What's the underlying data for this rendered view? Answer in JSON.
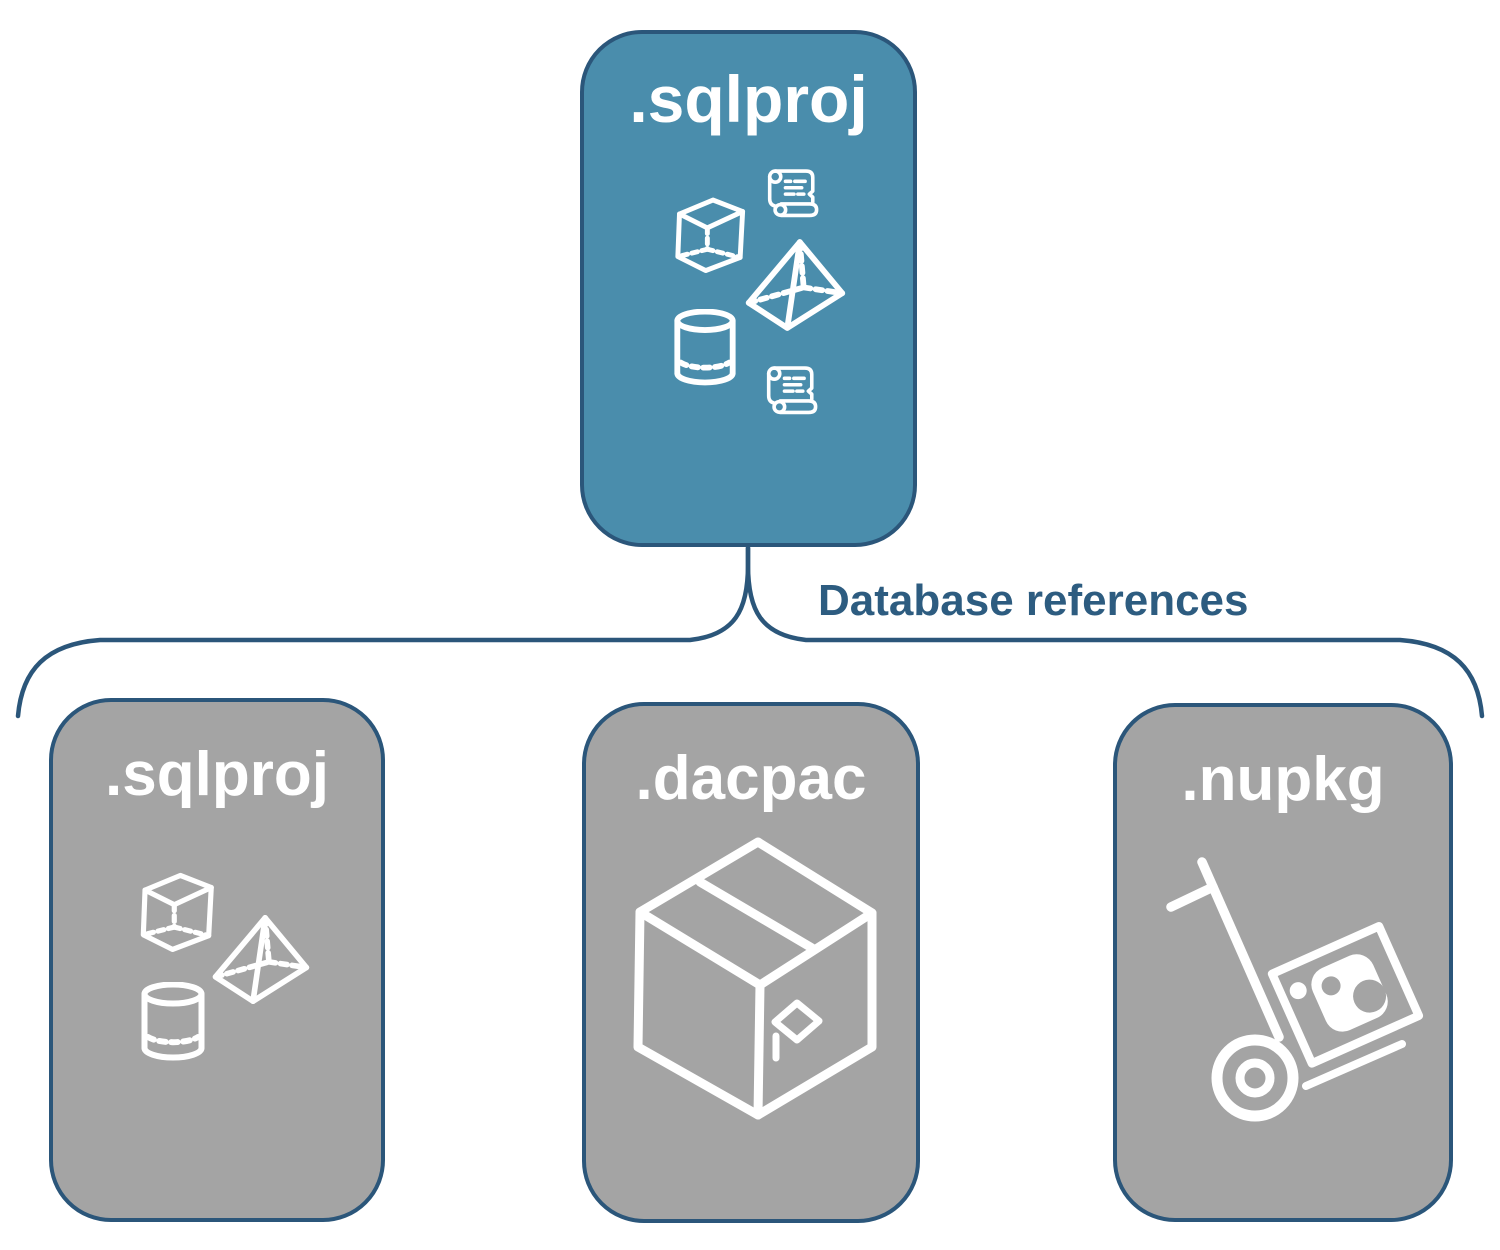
{
  "root": {
    "label": ".sqlproj",
    "icons": [
      "scroll-icon",
      "cube-icon",
      "pyramid-icon",
      "cylinder-icon",
      "scroll-icon"
    ]
  },
  "connector": {
    "label": "Database references"
  },
  "children": [
    {
      "label": ".sqlproj",
      "icons": [
        "cube-icon",
        "pyramid-icon",
        "cylinder-icon"
      ]
    },
    {
      "label": ".dacpac",
      "icons": [
        "package-box-icon"
      ]
    },
    {
      "label": ".nupkg",
      "icons": [
        "handtruck-icon",
        "nuget-logo"
      ]
    }
  ],
  "colors": {
    "root_fill": "#4A8DAC",
    "child_fill": "#A4A4A4",
    "node_border": "#2B567A",
    "connector_stroke": "#2B567A",
    "connector_label_text": "#2D5C80",
    "icon_stroke": "#FFFFFF"
  }
}
